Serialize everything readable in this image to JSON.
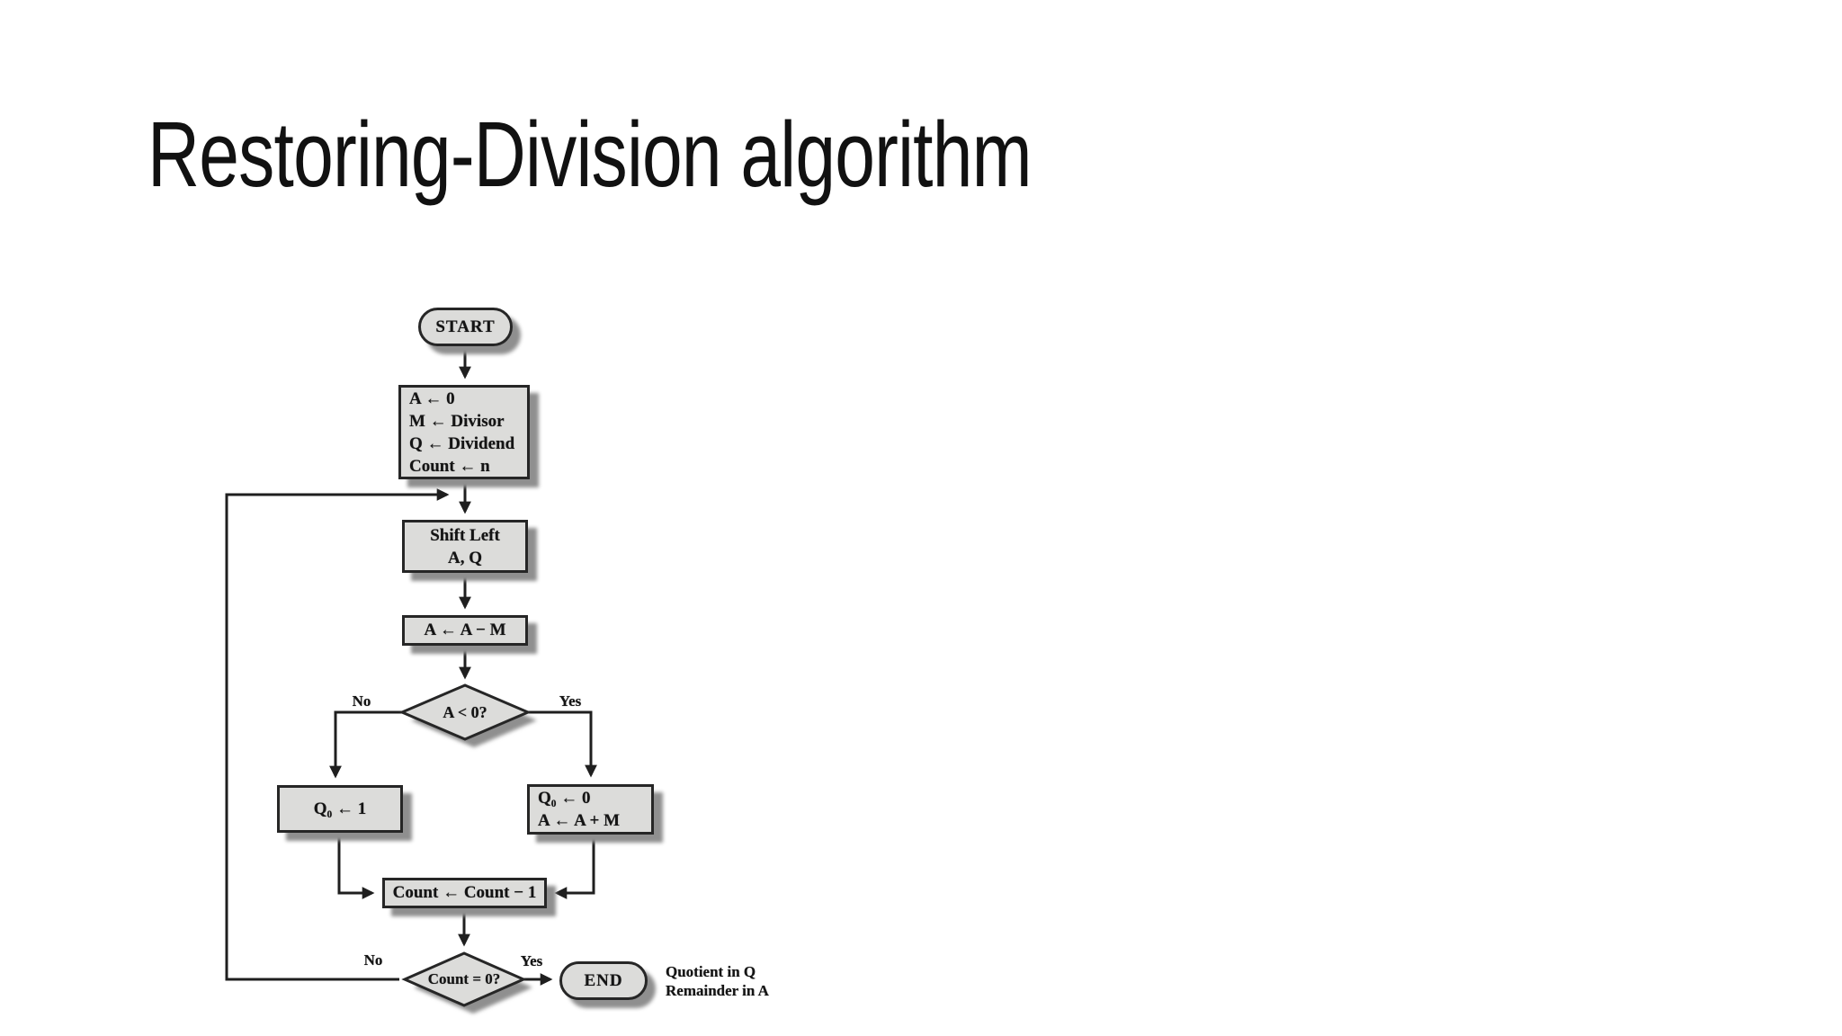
{
  "slide": {
    "title": "Restoring-Division algorithm"
  },
  "palette": {
    "background": "#ffffff",
    "title_text": "#111111",
    "node_fill": "#dcdcda",
    "node_border": "#262626",
    "node_shadow": "#8f8f8f",
    "line": "#1f1f1f",
    "node_text": "#141414"
  },
  "flowchart": {
    "start_label": "START",
    "init_box": {
      "lines": [
        "A ← 0",
        "M ← Divisor",
        "Q ← Dividend",
        "Count ← n"
      ]
    },
    "shift_box": {
      "lines": [
        "Shift Left",
        "A, Q"
      ]
    },
    "subtract_box": {
      "label": "A ← A − M"
    },
    "sign_decision": {
      "label": "A < 0?",
      "no_label": "No",
      "yes_label": "Yes"
    },
    "set_q_one_box": {
      "label": "Q₀ ← 1"
    },
    "restore_box": {
      "lines": [
        "Q₀ ← 0",
        "A ← A + M"
      ]
    },
    "count_box": {
      "label": "Count ← Count − 1"
    },
    "count_decision": {
      "label": "Count = 0?",
      "no_label": "No",
      "yes_label": "Yes"
    },
    "end_label": "END",
    "result_note": {
      "lines": [
        "Quotient in Q",
        "Remainder in A"
      ]
    }
  }
}
